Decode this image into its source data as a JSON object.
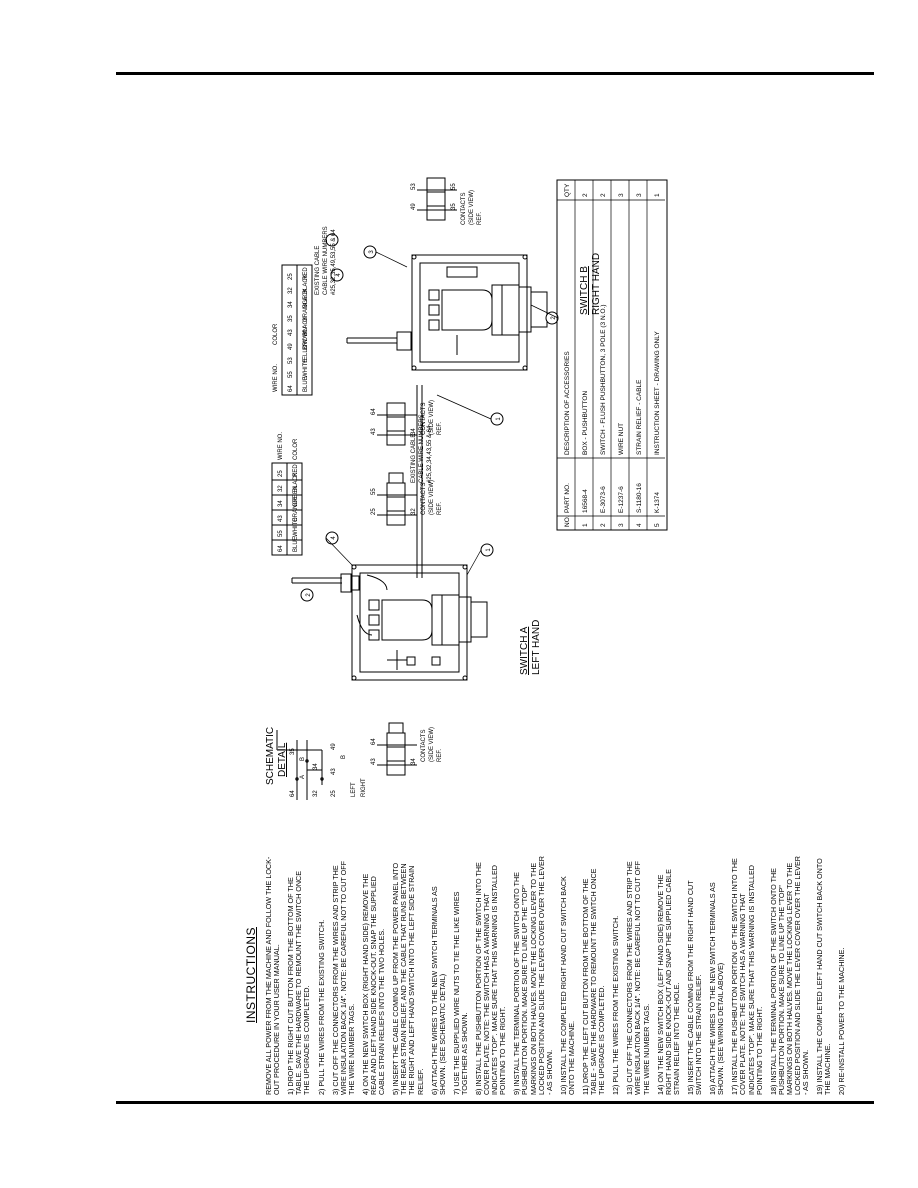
{
  "instructions": {
    "title": "INSTRUCTIONS",
    "intro": "REMOVE ALL POWER FROM THE MACHINE AND FOLLOW THE LOCK-OUT PROCEDURE IN YOUR USER MANUAL.",
    "steps": [
      "1) DROP THE RIGHT CUT BUTTON FROM THE BOTTOM OF THE TABLE. SAVE THE HARDWARE TO REMOUNT THE SWITCH ONCE THE UPGRADE IS COMPLETED.",
      "2) PULL THE WIRES FROM THE EXISTING SWITCH.",
      "3) CUT OFF THE CONNECTORS FROM THE WIRES AND STRIP THE WIRE INSULATION BACK 1/4\". NOTE: BE CAREFUL NOT TO CUT OFF THE WIRE NUMBER TAGS.",
      "4) ON THE NEW SWITCH BOX (RIGHT HAND SIDE) REMOVE THE REAR AND LEFT HAND SIDE KNOCK-OUT. SNAP THE SUPPLIED CABLE STRAIN RELIEFS INTO THE TWO HOLES.",
      "5) INSERT THE CABLE COMING UP FROM THE POWER PANEL INTO THE REAR STRAIN RELIEF, AND THE CABLE THAT RUNS BETWEEN THE RIGHT AND LEFT HAND SWITCH INTO THE LEFT SIDE STRAIN RELIEF.",
      "6) ATTACH THE WIRES TO THE NEW SWITCH TERMINALS AS SHOWN. (SEE SCHEMATIC DETAIL)",
      "7) USE THE SUPPLIED WIRE NUTS TO TIE THE LIKE WIRES TOGETHER AS SHOWN.",
      "8) INSTALL THE PUSHBUTTON PORTION OF THE SWITCH INTO THE COVER PLATE. NOTE: THE SWITCH HAS A WARNING THAT INDICATES \"TOP\". MAKE SURE THAT THIS WARNING IS INSTALLED POINTING TO THE RIGHT.",
      "9) INSTALL THE TERMINAL PORTION OF THE SWITCH ONTO THE PUSHBUTTON PORTION. MAKE SURE TO LINE UP THE \"TOP\" MARKINGS ON BOTH HALVES. MOVE THE LOCKING LEVER TO THE LOCKED POSITION AND SLIDE THE LEVER COVER OVER THE LEVER - AS SHOWN.",
      "10) INSTALL THE COMPLETED RIGHT HAND CUT SWITCH BACK ONTO THE MACHINE.",
      "11) DROP THE LEFT CUT BUTTON FROM THE BOTTOM OF THE TABLE - SAVE THE HARDWARE TO REMOUNT THE SWITCH ONCE THE UPGRADE IS COMPLETED.",
      "12) PULL THE WIRES FROM THE EXISTING SWITCH.",
      "13) CUT OFF THE CONNECTORS FROM THE WIRES AND STRIP THE WIRE INSULATION BACK 1/4\". NOTE: BE CAREFUL NOT TO CUT OFF THE WIRE NUMBER TAGS.",
      "14) ON THE NEW SWITCH BOX (LEFT HAND SIDE) REMOVE THE RIGHT HAND SIDE KNOCK-OUT AND SNAP THE SUPPLIED CABLE STRAIN RELIEF INTO THE HOLE.",
      "15) INSERT THE CABLE COMING FROM THE RIGHT HAND CUT SWITCH INTO THE STRAIN RELIEF.",
      "16) ATTACH THE WIRES TO THE NEW SWITCH TERMINALS AS SHOWN. (SEE WIRING DETAIL ABOVE)",
      "17) INSTALL THE PUSHBUTTON PORTION OF THE SWITCH INTO THE COVER PLATE. NOTE: THE SWITCH HAS A WARNING THAT INDICATES \"TOP\". MAKE SURE THAT THIS WARNING IS INSTALLED POINTING TO THE RIGHT.",
      "18) INSTALL THE TERMINAL PORTION OF THE SWITCH ONTO THE PUSHBUTTON PORTION. MAKE SURE TO LINE UP THE \"TOP\" MARKINGS ON BOTH HALVES. MOVE THE LOCKING LEVER TO THE LOCKED POSITION AND SLIDE THE LEVER COVER OVER THE LEVER - AS SHOWN.",
      "19) INSTALL THE COMPLETED LEFT HAND CUT SWITCH BACK ONTO THE MACHINE.",
      "20) RE-INSTALL POWER TO THE MACHINE."
    ]
  },
  "schematic": {
    "title": "SCHEMATIC",
    "subtitle": "DETAIL",
    "labels": [
      "64",
      "35",
      "32",
      "34",
      "A",
      "B",
      "25",
      "43",
      "49",
      "B",
      "LEFT",
      "RIGHT"
    ]
  },
  "switch_a": {
    "title": "SWITCH A",
    "subtitle": "LEFT HAND",
    "contacts_label": [
      "CONTACTS",
      "(SIDE VIEW)",
      "REF."
    ],
    "contact_numbers": [
      "43",
      "64",
      "34"
    ],
    "callouts": [
      "1",
      "2",
      "4"
    ],
    "cable_label": [
      "EXISTING CABLE",
      "CABLE WIRE NUMBERS",
      "#25,32,34,43,55 & 64"
    ],
    "contacts2_label": [
      "CONTACTS",
      "(SIDE VIEW)",
      "REF."
    ],
    "contact2_numbers": [
      "25",
      "55",
      "32"
    ],
    "wire_table": {
      "rows": [
        [
          "64",
          "BLUE"
        ],
        [
          "55",
          "WHITE"
        ],
        [
          "43",
          "ORANGE"
        ],
        [
          "34",
          "GREEN"
        ],
        [
          "32",
          "BLACK"
        ],
        [
          "25",
          "RED"
        ]
      ],
      "header": [
        "WIRE NO.",
        "COLOR"
      ]
    }
  },
  "switch_b": {
    "title": "SWITCH B",
    "subtitle": "RIGHT HAND",
    "contacts_label": [
      "CONTACTS",
      "(SIDE VIEW)",
      "REF."
    ],
    "contact_numbers": [
      "43",
      "64",
      "34"
    ],
    "contacts2_label": [
      "CONTACTS",
      "(SIDE VIEW)",
      "REF."
    ],
    "contact2_numbers": [
      "49",
      "53",
      "35",
      "55"
    ],
    "callouts": [
      "1",
      "2",
      "3",
      "4"
    ],
    "cable_label": [
      "EXISTING CABLE",
      "CABLE WIRE NUMBERS",
      "#25,32,35,49,53,55 & 64"
    ],
    "wire_table": {
      "rows": [
        [
          "64",
          "BLUE"
        ],
        [
          "55",
          "WHITE"
        ],
        [
          "53",
          "YELLOW"
        ],
        [
          "49",
          "BROWN"
        ],
        [
          "43",
          "BLACK"
        ],
        [
          "35",
          "ORANGE"
        ],
        [
          "34",
          "BLACK"
        ],
        [
          "32",
          "BLACK"
        ],
        [
          "25",
          "RED"
        ]
      ],
      "header": [
        "WIRE NO.",
        "COLOR"
      ]
    }
  },
  "parts_table": {
    "headers": [
      "NO.",
      "PART NO.",
      "DESCRIPTION OF ACCESSORIES",
      "QTY"
    ],
    "rows": [
      [
        "1",
        "16568-4",
        "BOX - PUSHBUTTON",
        "2"
      ],
      [
        "2",
        "E-3073-6",
        "SWITCH - FLUSH PUSHBUTTON, 3 POLE (3 N.O.)",
        "2"
      ],
      [
        "3",
        "E-1237-6",
        "WIRE NUT",
        "3"
      ],
      [
        "4",
        "S-1180-16",
        "STRAIN RELIEF - CABLE",
        "3"
      ],
      [
        "5",
        "K-1374",
        "INSTRUCTION SHEET - DRAWING ONLY",
        "1"
      ]
    ]
  }
}
